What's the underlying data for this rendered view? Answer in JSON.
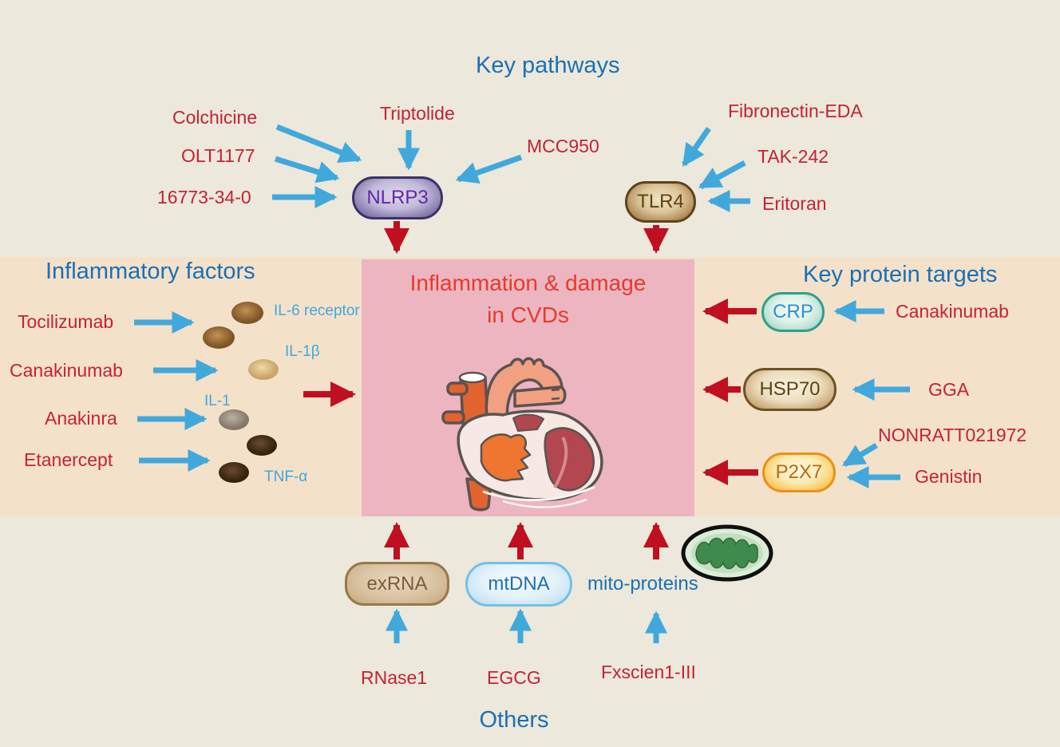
{
  "figure": {
    "key_pathways": {
      "title": "Key pathways",
      "nlrp3_label": "NLRP3",
      "colchicine": "Colchicine",
      "olt1177": "OLT1177",
      "c16773": "16773-34-0",
      "triptolide": "Triptolide",
      "mcc950": "MCC950",
      "tlr4_label": "TLR4",
      "fibronectin_eda": "Fibronectin-EDA",
      "tak242": "TAK-242",
      "eritoran": "Eritoran"
    },
    "inflammatory_factors": {
      "title": "Inflammatory factors",
      "tocilizumab": "Tocilizumab",
      "canakinumab": "Canakinumab",
      "anakinra": "Anakinra",
      "etanercept": "Etanercept",
      "il6_receptor": "IL-6 receptor",
      "il1b": "IL-1β",
      "il1": "IL-1",
      "tnfa": "TNF-α"
    },
    "center": {
      "line1": "Inflammation & damage",
      "line2": "in CVDs"
    },
    "key_protein_targets": {
      "title": "Key protein targets",
      "crp_label": "CRP",
      "canakinumab": "Canakinumab",
      "hsp70_label": "HSP70",
      "gga": "GGA",
      "p2x7_label": "P2X7",
      "nonratt": "NONRATT021972",
      "genistin": "Genistin"
    },
    "others": {
      "title": "Others",
      "exrna_label": "exRNA",
      "rnase1": "RNase1",
      "mtdna_label": "mtDNA",
      "egcg": "EGCG",
      "mito_proteins": "mito-proteins",
      "fxscien": "Fxscien1-III"
    }
  },
  "colors": {
    "cream_bg": "#ECE8DB",
    "tan_bg": "#F4E1CA",
    "pink_bg": "#ECB5C0",
    "red_label": "#C32335",
    "red_arrow": "#C00F20",
    "blue_arrow": "#41A8DC",
    "blue_title": "#1C70B4",
    "light_blue_label": "#41A8DC",
    "center_title_red": "#E63A2E"
  },
  "icons": {
    "heart": "heart-illustration",
    "mitochondria": "mitochondria-icon",
    "cytokines": "cytokine-dots"
  }
}
